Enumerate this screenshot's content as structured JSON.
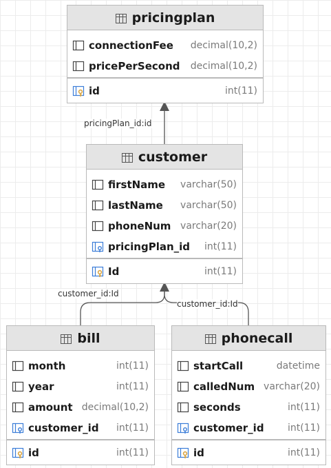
{
  "tables": [
    {
      "name": "pricingplan",
      "columns": [
        {
          "name": "connectionFee",
          "type": "decimal(10,2)",
          "kind": "column"
        },
        {
          "name": "pricePerSecond",
          "type": "decimal(10,2)",
          "kind": "column"
        }
      ],
      "keys": [
        {
          "name": "id",
          "type": "int(11)",
          "kind": "primary-key"
        }
      ]
    },
    {
      "name": "customer",
      "columns": [
        {
          "name": "firstName",
          "type": "varchar(50)",
          "kind": "column"
        },
        {
          "name": "lastName",
          "type": "varchar(50)",
          "kind": "column"
        },
        {
          "name": "phoneNum",
          "type": "varchar(20)",
          "kind": "column"
        },
        {
          "name": "pricingPlan_id",
          "type": "int(11)",
          "kind": "foreign-key"
        }
      ],
      "keys": [
        {
          "name": "Id",
          "type": "int(11)",
          "kind": "primary-key"
        }
      ]
    },
    {
      "name": "bill",
      "columns": [
        {
          "name": "month",
          "type": "int(11)",
          "kind": "column"
        },
        {
          "name": "year",
          "type": "int(11)",
          "kind": "column"
        },
        {
          "name": "amount",
          "type": "decimal(10,2)",
          "kind": "column"
        },
        {
          "name": "customer_id",
          "type": "int(11)",
          "kind": "foreign-key"
        }
      ],
      "keys": [
        {
          "name": "id",
          "type": "int(11)",
          "kind": "primary-key"
        }
      ]
    },
    {
      "name": "phonecall",
      "columns": [
        {
          "name": "startCall",
          "type": "datetime",
          "kind": "column"
        },
        {
          "name": "calledNum",
          "type": "varchar(20)",
          "kind": "column"
        },
        {
          "name": "seconds",
          "type": "int(11)",
          "kind": "column"
        },
        {
          "name": "customer_id",
          "type": "int(11)",
          "kind": "foreign-key"
        }
      ],
      "keys": [
        {
          "name": "id",
          "type": "int(11)",
          "kind": "primary-key"
        }
      ]
    }
  ],
  "relations": [
    {
      "from": "customer",
      "to": "pricingplan",
      "label": "pricingPlan_id:id"
    },
    {
      "from": "bill",
      "to": "customer",
      "label": "customer_id:Id"
    },
    {
      "from": "phonecall",
      "to": "customer",
      "label": "customer_id:Id"
    }
  ],
  "colors": {
    "header": "#e4e4e4",
    "border": "#b9b9b9",
    "key_icon": "#d9a441",
    "fk_icon": "#3b7dd8",
    "type_text": "#7a7a7a"
  }
}
